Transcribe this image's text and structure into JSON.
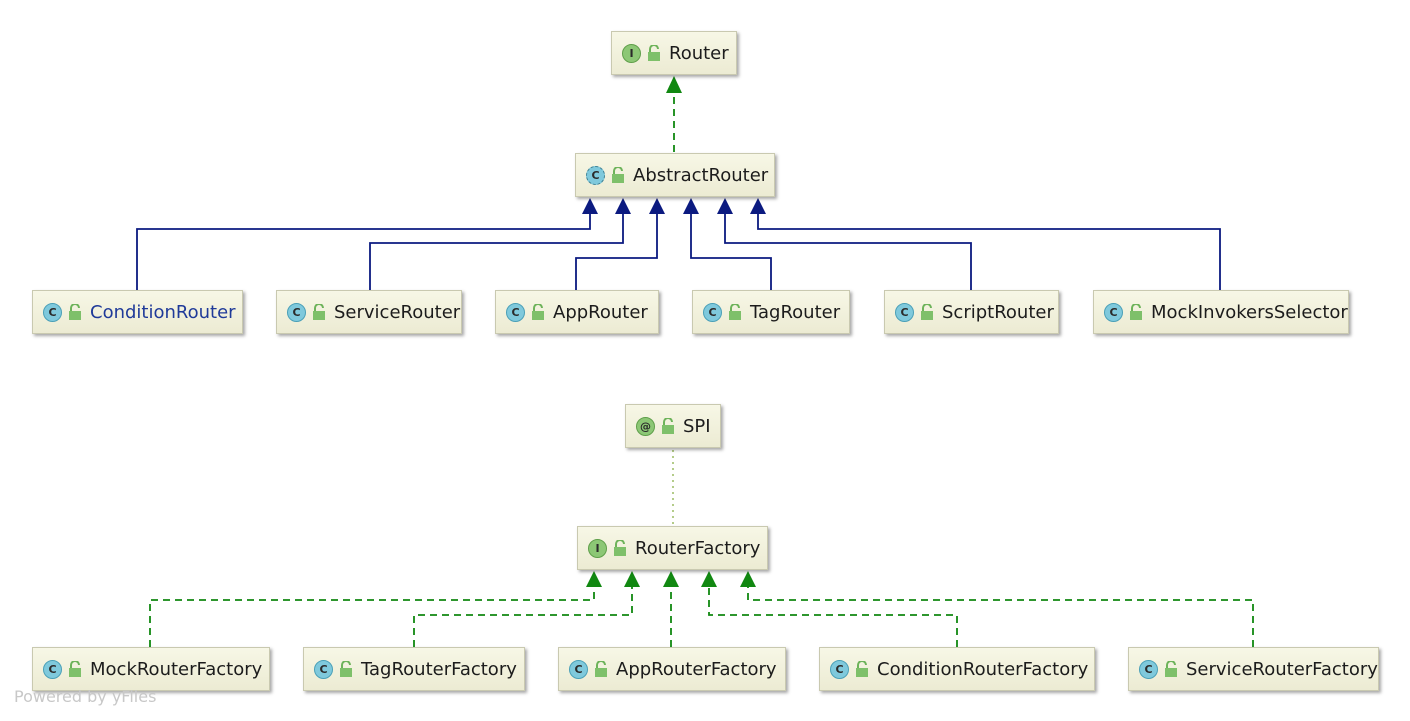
{
  "diagram": {
    "nodes": [
      {
        "id": "router",
        "label": "Router",
        "kind": "interface",
        "badge": "I"
      },
      {
        "id": "abstract-router",
        "label": "AbstractRouter",
        "kind": "abstract",
        "badge": "C"
      },
      {
        "id": "condition-router",
        "label": "ConditionRouter",
        "kind": "class",
        "badge": "C",
        "highlight": true
      },
      {
        "id": "service-router",
        "label": "ServiceRouter",
        "kind": "class",
        "badge": "C"
      },
      {
        "id": "app-router",
        "label": "AppRouter",
        "kind": "class",
        "badge": "C"
      },
      {
        "id": "tag-router",
        "label": "TagRouter",
        "kind": "class",
        "badge": "C"
      },
      {
        "id": "script-router",
        "label": "ScriptRouter",
        "kind": "class",
        "badge": "C"
      },
      {
        "id": "mock-invokers-selector",
        "label": "MockInvokersSelector",
        "kind": "class",
        "badge": "C"
      },
      {
        "id": "spi",
        "label": "SPI",
        "kind": "annotation",
        "badge": "@"
      },
      {
        "id": "router-factory",
        "label": "RouterFactory",
        "kind": "interface",
        "badge": "I"
      },
      {
        "id": "mock-router-factory",
        "label": "MockRouterFactory",
        "kind": "class",
        "badge": "C"
      },
      {
        "id": "tag-router-factory",
        "label": "TagRouterFactory",
        "kind": "class",
        "badge": "C"
      },
      {
        "id": "app-router-factory",
        "label": "AppRouterFactory",
        "kind": "class",
        "badge": "C"
      },
      {
        "id": "condition-router-factory",
        "label": "ConditionRouterFactory",
        "kind": "class",
        "badge": "C"
      },
      {
        "id": "service-router-factory",
        "label": "ServiceRouterFactory",
        "kind": "class",
        "badge": "C"
      }
    ],
    "edges": [
      {
        "from": "abstract-router",
        "to": "router",
        "type": "implements"
      },
      {
        "from": "condition-router",
        "to": "abstract-router",
        "type": "extends"
      },
      {
        "from": "service-router",
        "to": "abstract-router",
        "type": "extends"
      },
      {
        "from": "app-router",
        "to": "abstract-router",
        "type": "extends"
      },
      {
        "from": "tag-router",
        "to": "abstract-router",
        "type": "extends"
      },
      {
        "from": "script-router",
        "to": "abstract-router",
        "type": "extends"
      },
      {
        "from": "mock-invokers-selector",
        "to": "abstract-router",
        "type": "extends"
      },
      {
        "from": "router-factory",
        "to": "spi",
        "type": "annotated"
      },
      {
        "from": "mock-router-factory",
        "to": "router-factory",
        "type": "implements"
      },
      {
        "from": "tag-router-factory",
        "to": "router-factory",
        "type": "implements"
      },
      {
        "from": "app-router-factory",
        "to": "router-factory",
        "type": "implements"
      },
      {
        "from": "condition-router-factory",
        "to": "router-factory",
        "type": "implements"
      },
      {
        "from": "service-router-factory",
        "to": "router-factory",
        "type": "implements"
      }
    ],
    "colors": {
      "implements": "#118811",
      "extends": "#0b1a80",
      "annotated": "#8cb04a",
      "accent_text": "#1f3a99",
      "node_fill": "#f2f1dc"
    }
  },
  "watermark": "Powered by yFiles"
}
